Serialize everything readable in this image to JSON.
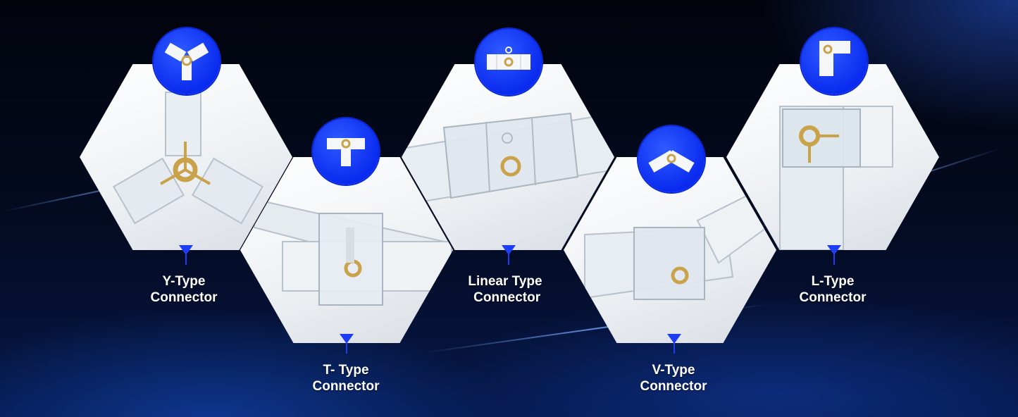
{
  "connectors": [
    {
      "id": "y",
      "line1": "Y-Type",
      "line2": "Connector",
      "icon": "y-connector-icon"
    },
    {
      "id": "t",
      "line1": "T- Type",
      "line2": "Connector",
      "icon": "t-connector-icon"
    },
    {
      "id": "linear",
      "line1": "Linear Type",
      "line2": " Connector",
      "icon": "linear-connector-icon"
    },
    {
      "id": "v",
      "line1": "V-Type",
      "line2": "Connector",
      "icon": "v-connector-icon"
    },
    {
      "id": "l",
      "line1": "L-Type",
      "line2": "Connector",
      "icon": "l-connector-icon"
    }
  ],
  "colors": {
    "badge_blue": "#0a2bef",
    "arrow_blue": "#1d3df5",
    "label_text": "#ffffff",
    "background": "#040b22",
    "brass": "#c9a24a"
  }
}
